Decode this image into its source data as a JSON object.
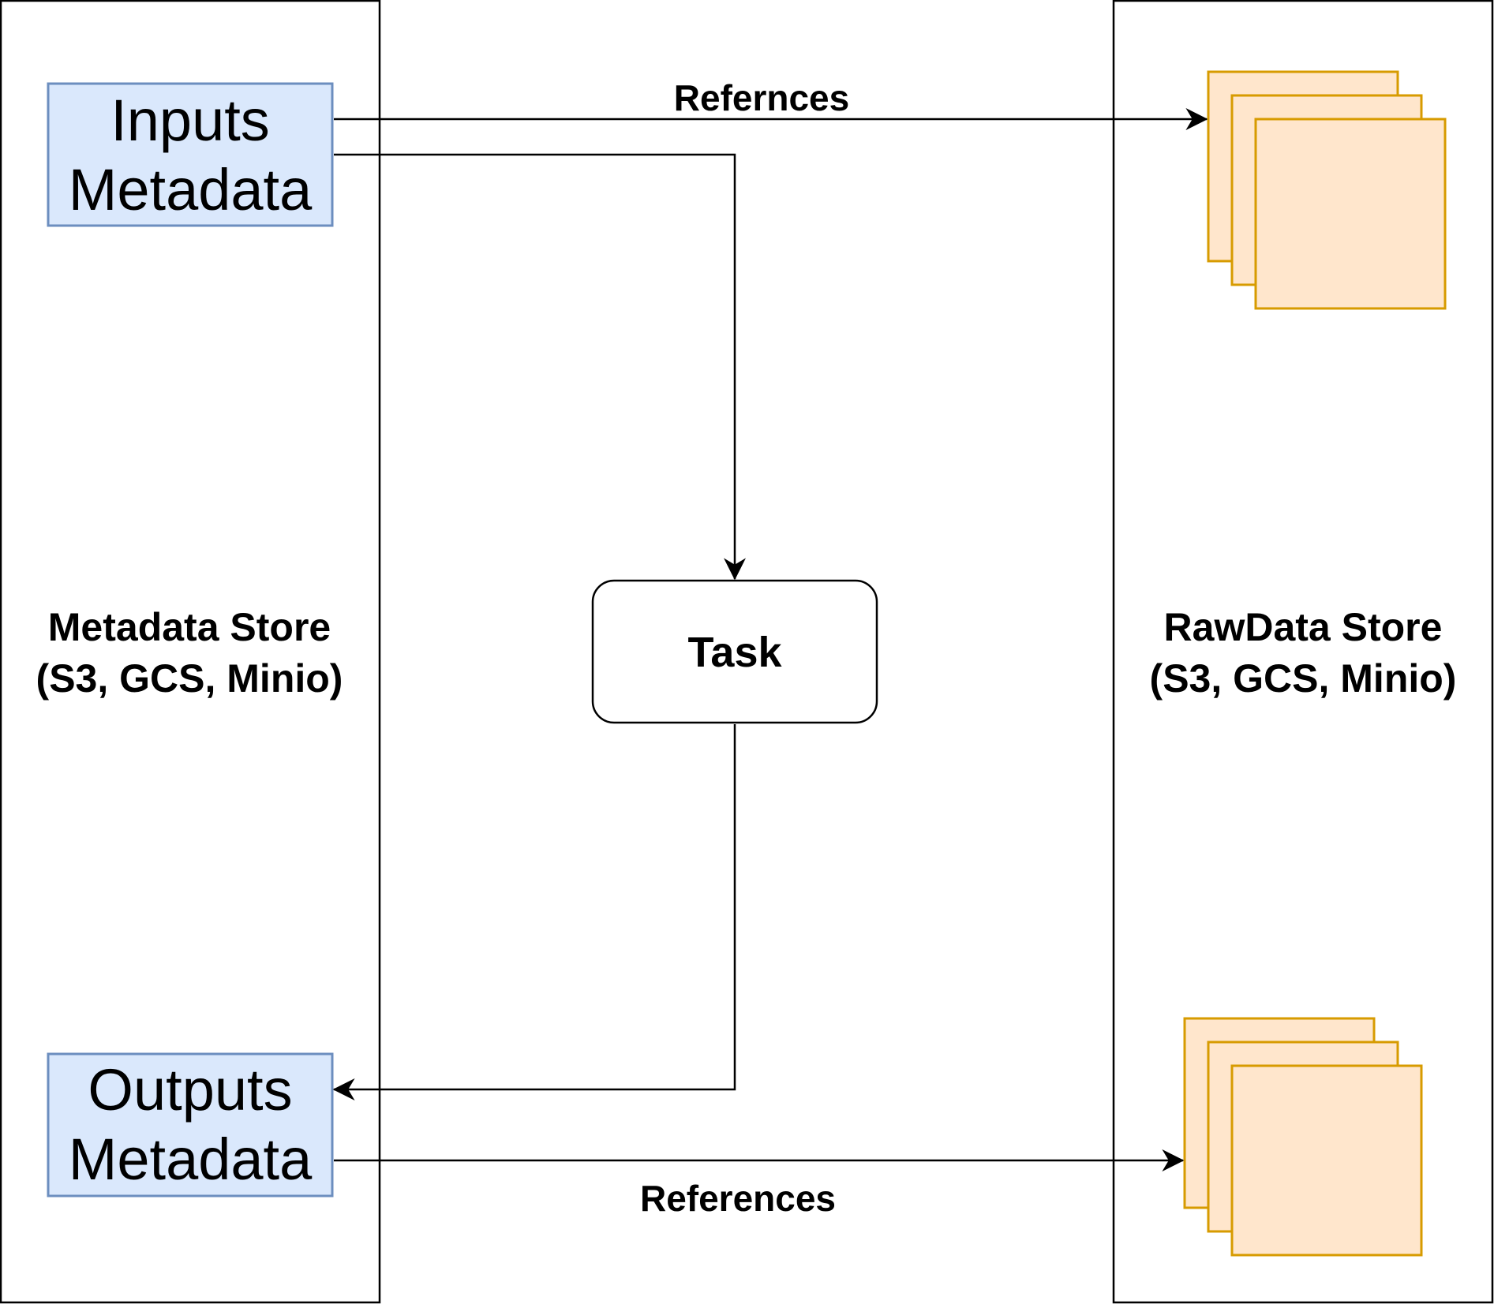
{
  "metadata_store": {
    "line1": "Metadata Store",
    "line2": "(S3, GCS, Minio)"
  },
  "rawdata_store": {
    "line1": "RawData Store",
    "line2": "(S3, GCS, Minio)"
  },
  "inputs_metadata": {
    "line1": "Inputs",
    "line2": "Metadata"
  },
  "outputs_metadata": {
    "line1": "Outputs",
    "line2": "Metadata"
  },
  "task": {
    "label": "Task"
  },
  "edges": {
    "top_label": "Refernces",
    "bottom_label": "References"
  },
  "colors": {
    "metadata_fill": "#dae8fc",
    "metadata_stroke": "#6c8ebf",
    "rawdata_fill": "#ffe6cc",
    "rawdata_stroke": "#d79b00",
    "line": "#000000"
  }
}
